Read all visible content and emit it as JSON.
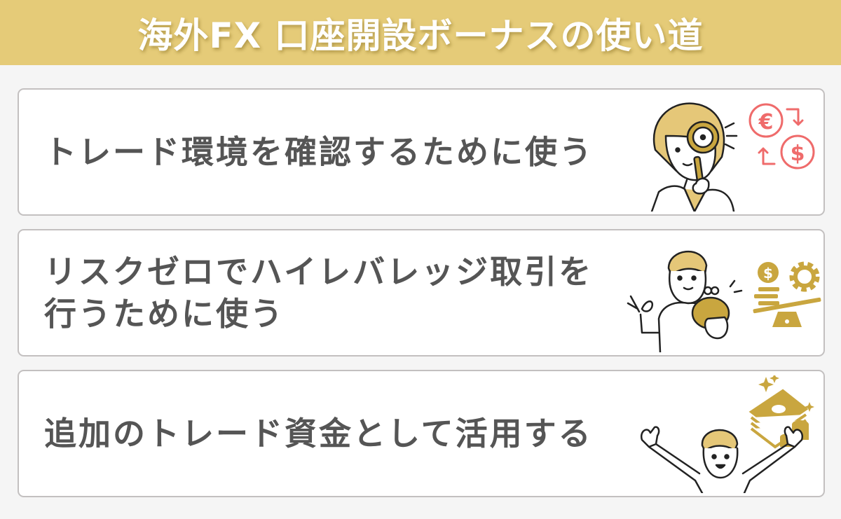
{
  "header": {
    "title": "海外FX 口座開設ボーナスの使い道"
  },
  "colors": {
    "header_bg": "#e5cb78",
    "page_bg": "#f5f5f5",
    "card_border": "#c3c0c0",
    "text": "#555555",
    "accent_gold": "#c9a63f",
    "accent_red": "#ef6b6b"
  },
  "cards": [
    {
      "text": "トレード環境を確認するために使う",
      "illustration": "woman-magnifying-glass-currency-exchange",
      "icons": [
        "euro-icon",
        "dollar-icon",
        "exchange-arrows-icon"
      ]
    },
    {
      "text": "リスクゼロでハイレバレッジ取引を行うために使う",
      "illustration": "man-ok-gesture-coin-purse-balance",
      "icons": [
        "dollar-coin-stack-icon",
        "gear-icon",
        "seesaw-balance-icon"
      ]
    },
    {
      "text": "追加のトレード資金として活用する",
      "illustration": "man-cheering-money-stack",
      "icons": [
        "banknote-stack-icon",
        "coin-stack-icon",
        "sparkle-icon"
      ]
    }
  ]
}
